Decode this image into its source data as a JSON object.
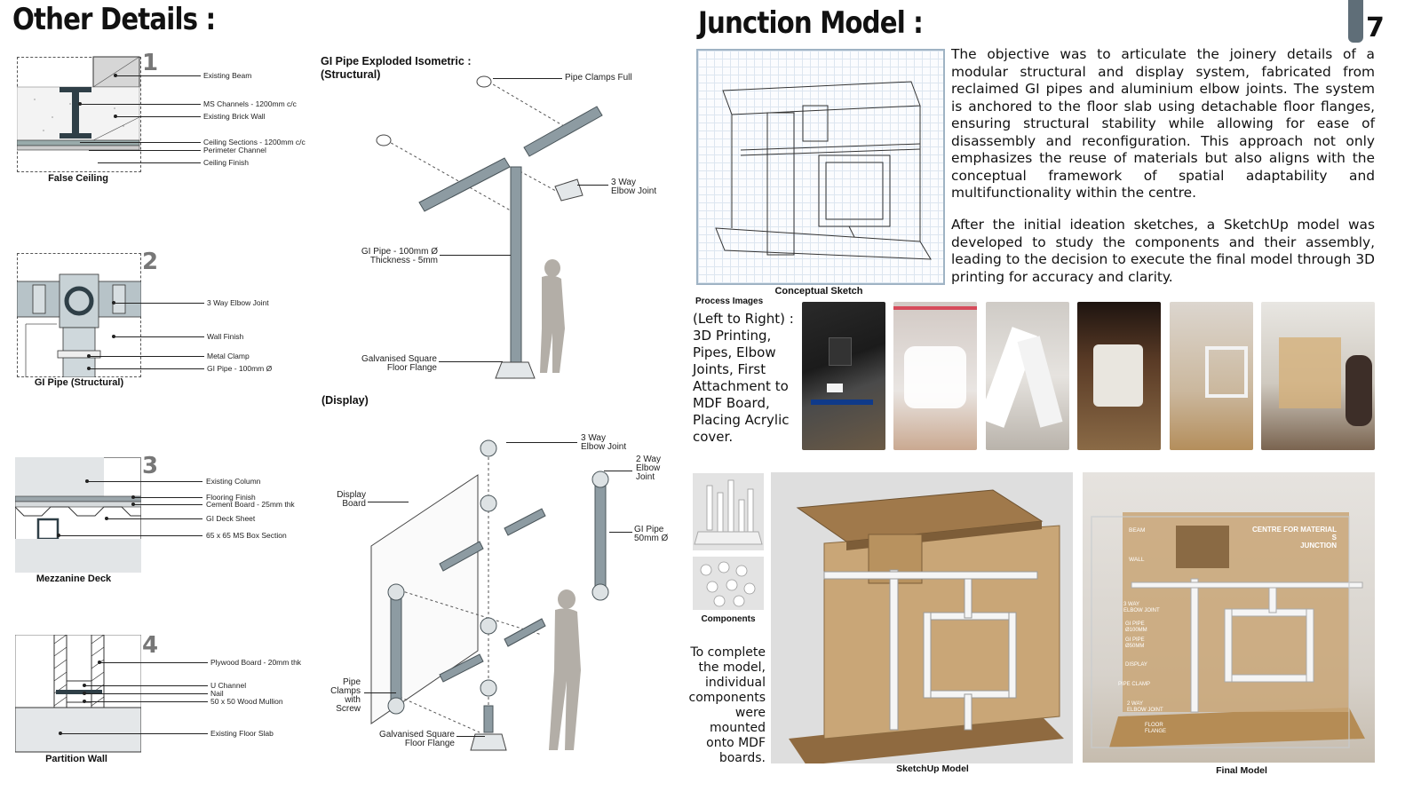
{
  "page_number": "7",
  "left": {
    "title": "Other Details :",
    "details": [
      {
        "num": "1",
        "caption": "False Ceiling",
        "labels": [
          "Existing Beam",
          "MS Channels - 1200mm c/c",
          "Existing Brick Wall",
          "Ceiling Sections - 1200mm c/c",
          "Perimeter Channel",
          "Ceiling Finish"
        ]
      },
      {
        "num": "2",
        "caption": "GI Pipe (Structural)",
        "labels": [
          "3 Way Elbow Joint",
          "Wall Finish",
          "Metal Clamp",
          "GI Pipe - 100mm Ø"
        ]
      },
      {
        "num": "3",
        "caption": "Mezzanine Deck",
        "labels": [
          "Existing Column",
          "Flooring Finish",
          "Cement Board - 25mm thk",
          "GI Deck Sheet",
          "65 x 65 MS Box Section"
        ]
      },
      {
        "num": "4",
        "caption": "Partition Wall",
        "labels": [
          "Plywood Board - 20mm thk",
          "U Channel",
          "Nail",
          "50 x 50 Wood Mullion",
          "Existing Floor Slab"
        ]
      }
    ],
    "iso_title_1": "GI Pipe Exploded Isometric :",
    "iso_title_2": "(Structural)",
    "structural_labels": [
      "Pipe Clamps Full",
      "3 Way",
      "Elbow Joint",
      "GI Pipe - 100mm Ø",
      "Thickness - 5mm",
      "Galvanised Square",
      "Floor Flange"
    ],
    "display_title": "(Display)",
    "display_labels": [
      "3 Way",
      "Elbow Joint",
      "2 Way",
      "Elbow",
      "Joint",
      "Display",
      "Board",
      "GI Pipe",
      "50mm Ø",
      "Pipe",
      "Clamps",
      "with",
      "Screw",
      "Galvanised Square",
      "Floor Flange"
    ]
  },
  "right": {
    "title": "Junction Model :",
    "paragraph_1": "The objective was to articulate the joinery details of a modular structural and display system, fabricated from reclaimed GI pipes and aluminium elbow joints. The system is anchored to the floor slab using detachable floor flanges, ensuring structural stability while allowing for ease of disassembly and reconfiguration. This approach not only emphasizes the reuse of materials but also aligns with the conceptual framework of spatial adaptability and multifunctionality within the centre.",
    "paragraph_2": "After the initial ideation sketches, a SketchUp model was developed to study the components and their assembly, leading to the decision to execute the final model through 3D printing for accuracy and clarity.",
    "sketch_caption": "Conceptual Sketch",
    "process_heading": "Process Images",
    "process_text": "(Left to Right) : 3D Printing, Pipes, Elbow Joints, First Attachment to MDF Board, Placing Acrylic cover.",
    "components_caption": "Components",
    "components_text": "To complete the model, individual components were mounted onto MDF boards.",
    "sketchup_caption": "SketchUp Model",
    "final_caption": "Final Model",
    "final_model_labels": [
      "CENTRE FOR MATERIAL S",
      "JUNCTION",
      "BEAM",
      "WALL",
      "3 WAY",
      "ELBOW JOINT",
      "GI PIPE",
      "Ø100MM",
      "GI PIPE",
      "Ø50MM",
      "DISPLAY",
      "PIPE CLAMP",
      "2 WAY",
      "ELBOW JOINT",
      "FLOOR",
      "FLANGE"
    ]
  },
  "colors": {
    "accent_tab": "#5f6e78",
    "pipe": "#8d9ba2",
    "mdf": "#c9a677",
    "figure": "#b3aea7",
    "grid_blue": "#c8d6e6"
  }
}
